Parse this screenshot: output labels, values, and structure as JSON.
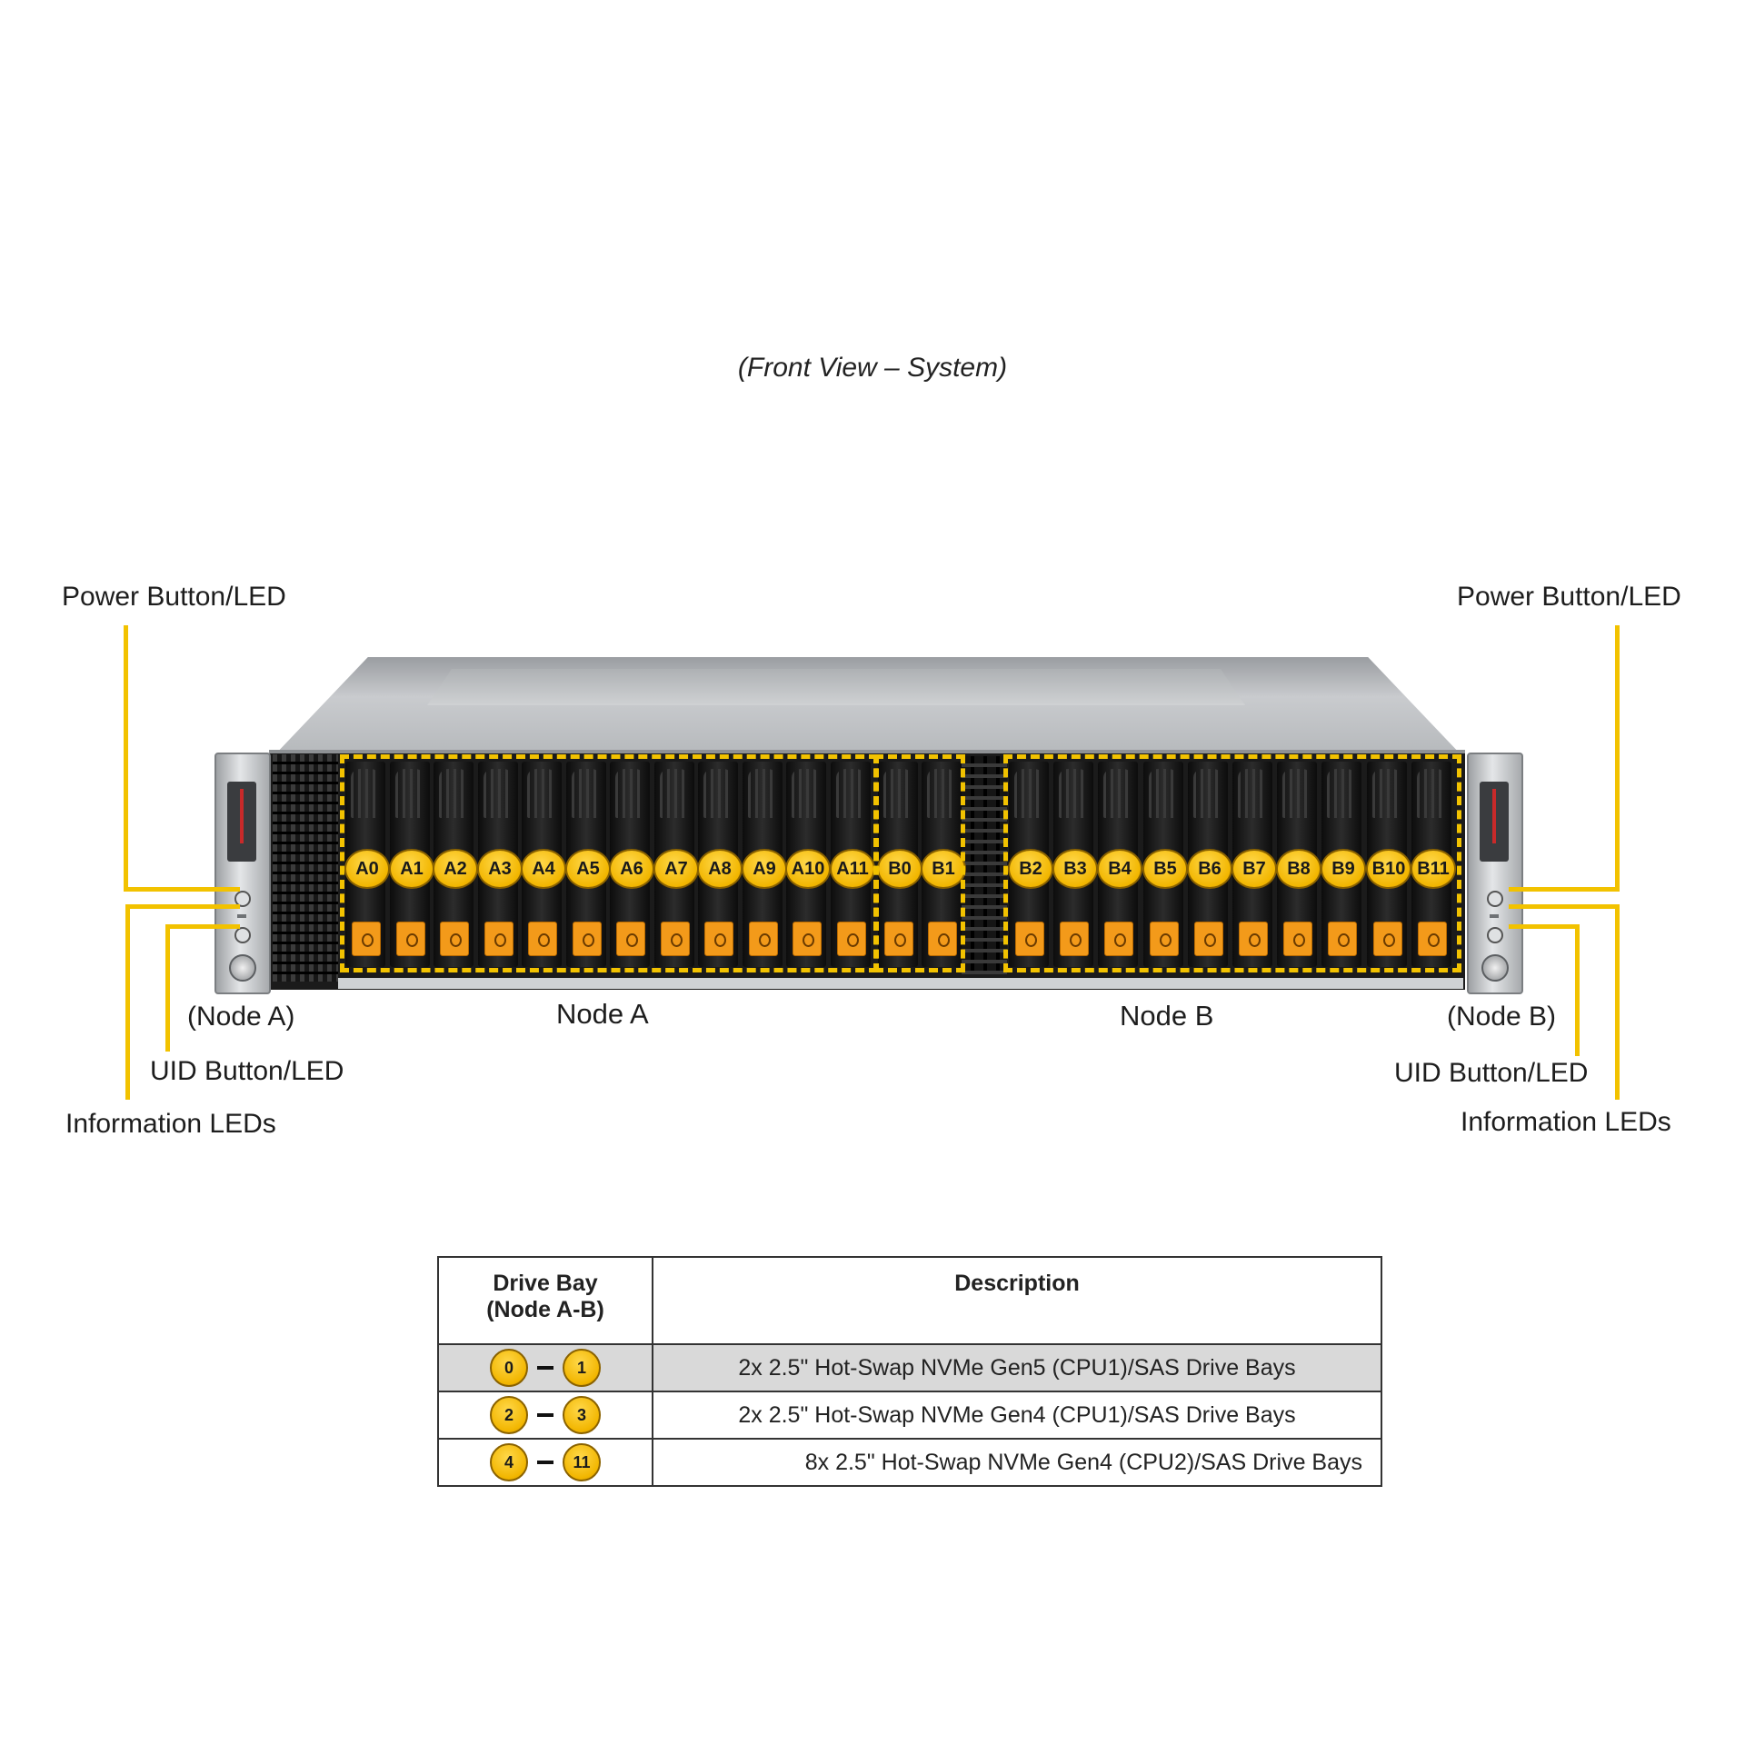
{
  "caption": "(Front View – System)",
  "callouts": {
    "left_power": "Power Button/LED",
    "left_node": "(Node A)",
    "left_uid": "UID Button/LED",
    "left_info": "Information  LEDs",
    "right_power": "Power Button/LED",
    "right_node": "(Node B)",
    "right_uid": "UID Button/LED",
    "right_info": "Information  LEDs"
  },
  "node_labels": {
    "a": "Node A",
    "b": "Node B"
  },
  "bays_node_a": [
    "A0",
    "A1",
    "A2",
    "A3",
    "A4",
    "A5",
    "A6",
    "A7",
    "A8",
    "A9",
    "A10",
    "A11"
  ],
  "bays_node_b": [
    "B0",
    "B1",
    "B2",
    "B3",
    "B4",
    "B5",
    "B6",
    "B7",
    "B8",
    "B9",
    "B10",
    "B11"
  ],
  "table": {
    "header_bay_line1": "Drive Bay",
    "header_bay_line2": "(Node A-B)",
    "header_desc": "Description",
    "rows": [
      {
        "from": "0",
        "to": "1",
        "desc": "2x 2.5\" Hot-Swap NVMe Gen5 (CPU1)/SAS Drive Bays"
      },
      {
        "from": "2",
        "to": "3",
        "desc": "2x 2.5\" Hot-Swap NVMe Gen4 (CPU1)/SAS Drive Bays"
      },
      {
        "from": "4",
        "to": "11",
        "desc": "8x 2.5\" Hot-Swap NVMe Gen4 (CPU2)/SAS Drive Bays"
      }
    ]
  },
  "colors": {
    "accent": "#f2c200",
    "latch": "#f39a1a",
    "shaded_row": "#d9d9d9"
  }
}
